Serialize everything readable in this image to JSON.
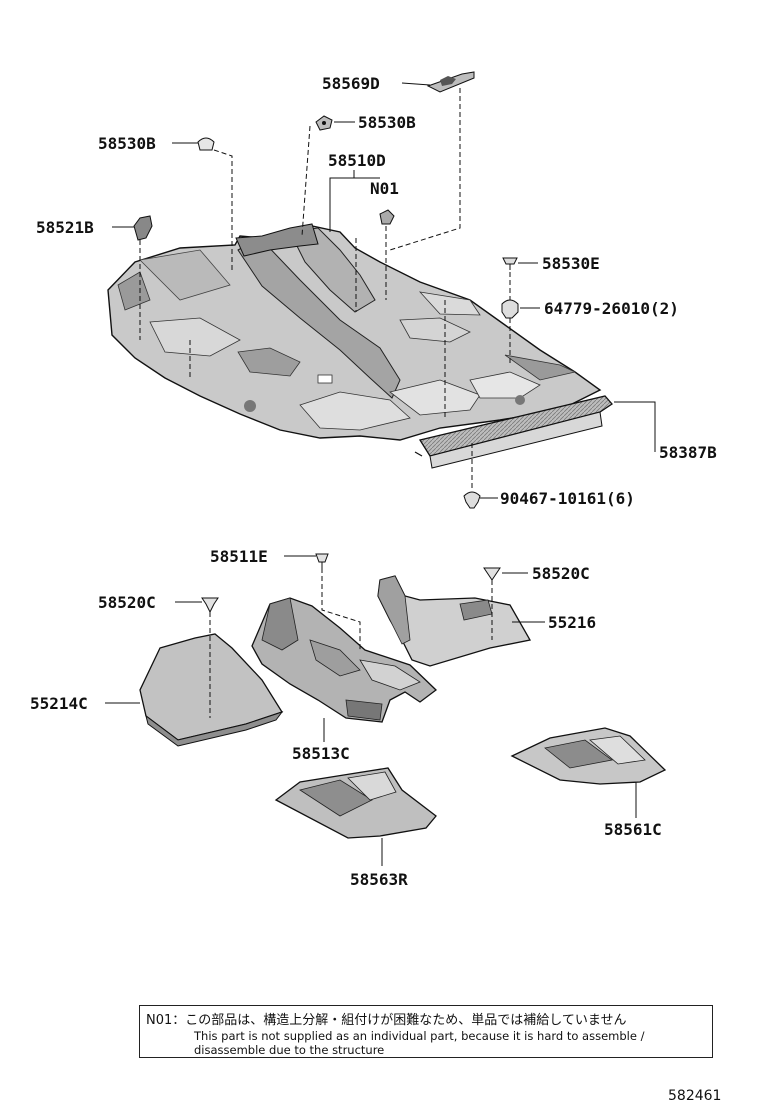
{
  "labels": {
    "p58569D": "58569D",
    "p58530B_top": "58530B",
    "p58530B_left": "58530B",
    "p58510D": "58510D",
    "n01": "N01",
    "p58521B": "58521B",
    "p58530E": "58530E",
    "p64779": "64779-26010(2)",
    "p58387B": "58387B",
    "p90467": "90467-10161(6)",
    "p58511E": "58511E",
    "p58520C_right": "58520C",
    "p58520C_left": "58520C",
    "p55216": "55216",
    "p55214C": "55214C",
    "p58513C": "58513C",
    "p58561C": "58561C",
    "p58563R": "58563R"
  },
  "note": {
    "line1": "N01：この部品は、構造上分解・組付けが困難なため、単品では補給していません",
    "line2": "This part is not supplied as an individual part, because it is hard to assemble /",
    "line3": "disassemble due to the structure"
  },
  "reference": "582461"
}
